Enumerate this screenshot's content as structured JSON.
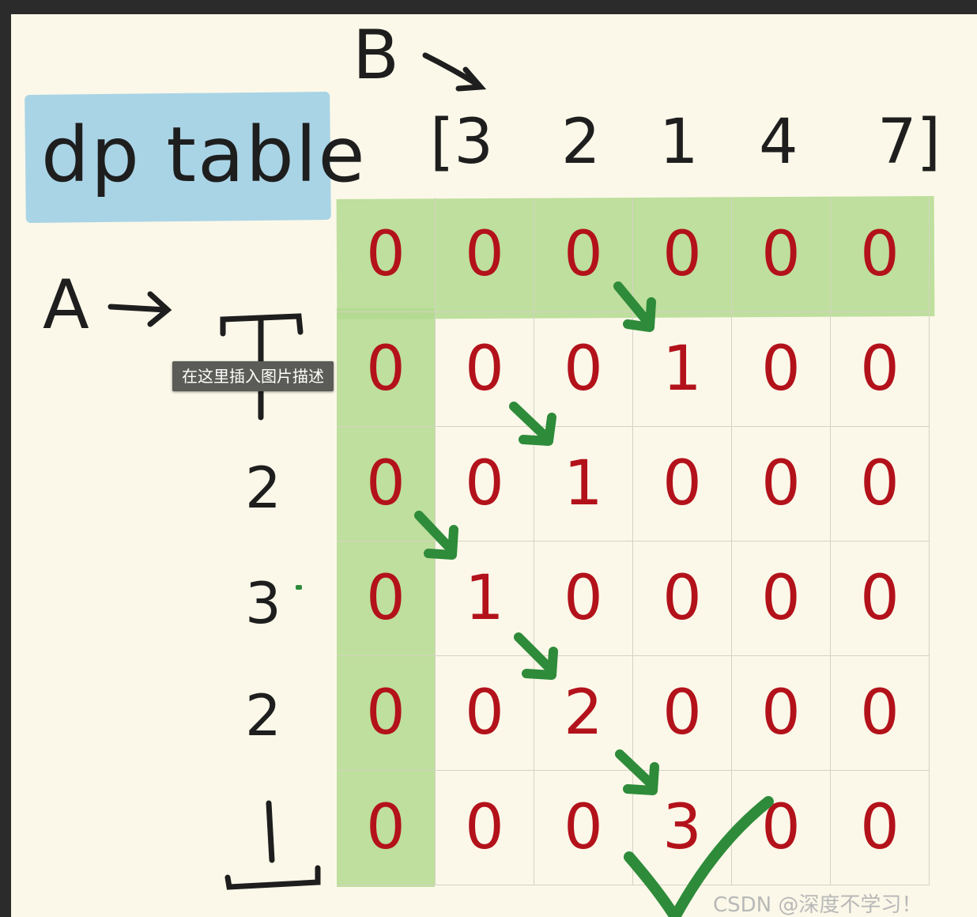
{
  "title": "dp table",
  "labels": {
    "b": "B",
    "a": "A"
  },
  "array_b": [
    "[3",
    "2",
    "1",
    "4",
    "7]"
  ],
  "array_a": [
    "[",
    "1",
    "2",
    "3",
    "2",
    "1",
    "]"
  ],
  "dp": [
    [
      "0",
      "0",
      "0",
      "0",
      "0",
      "0"
    ],
    [
      "0",
      "0",
      "0",
      "1",
      "0",
      "0"
    ],
    [
      "0",
      "0",
      "1",
      "0",
      "0",
      "0"
    ],
    [
      "0",
      "1",
      "0",
      "0",
      "0",
      "0"
    ],
    [
      "0",
      "0",
      "2",
      "0",
      "0",
      "0"
    ],
    [
      "0",
      "0",
      "0",
      "3",
      "0",
      "0"
    ]
  ],
  "tooltip": "在这里插入图片描述",
  "watermark": "CSDN @深度不学习！",
  "colors": {
    "background": "#fbf8e9",
    "title_highlight": "#a9d4e6",
    "base_row_col": "#b3da8f",
    "values": "#b3121b",
    "arrows": "#2e8b3a",
    "ink": "#1e1e1e"
  },
  "icons": {
    "diagonal_arrow": "down-right-arrow-icon",
    "checkmark": "check-icon",
    "pointer_arrow": "right-arrow-icon"
  }
}
